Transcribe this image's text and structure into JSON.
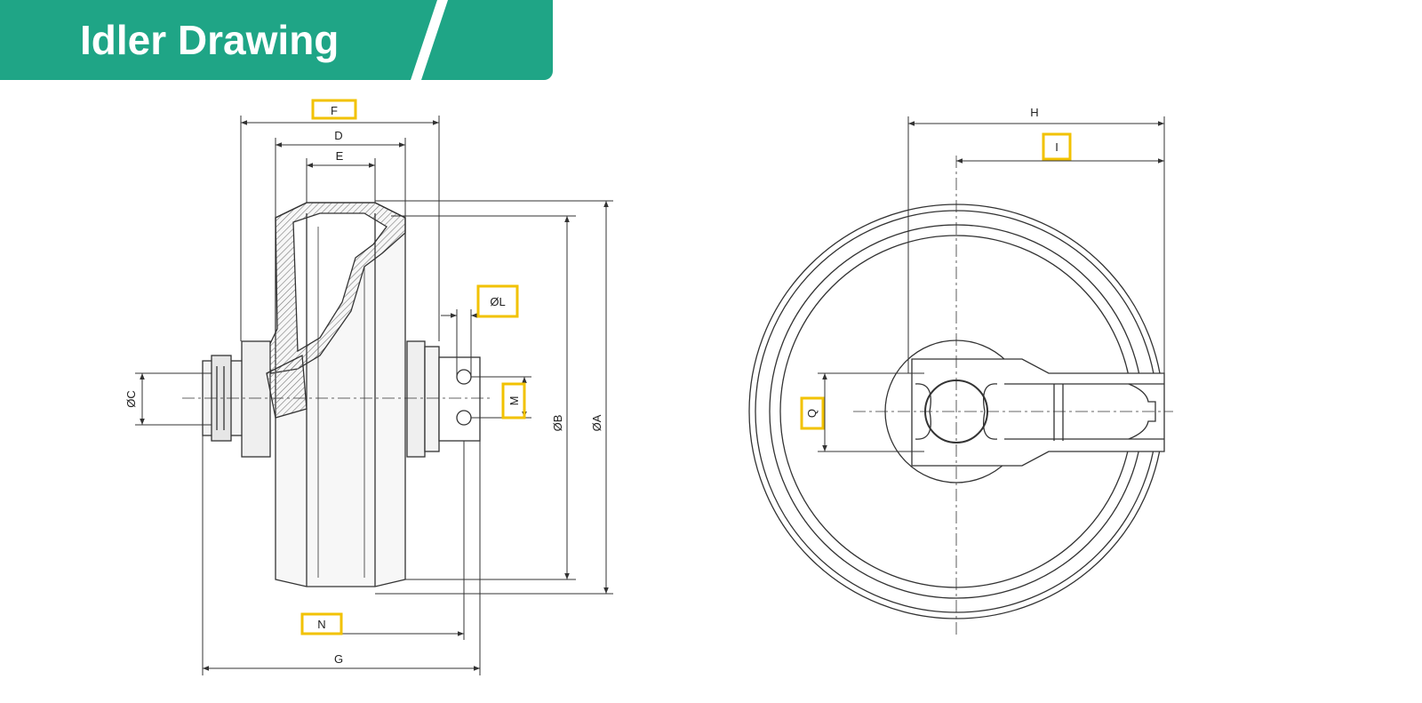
{
  "header": {
    "title": "Idler Drawing"
  },
  "colors": {
    "accent": "#1fa586",
    "highlight": "#f2c200",
    "line": "#333333"
  },
  "dimensions": {
    "F": "F",
    "D": "D",
    "E": "E",
    "A": "ØA",
    "B": "ØB",
    "C": "ØC",
    "L": "ØL",
    "M": "M",
    "N": "N",
    "G": "G",
    "H": "H",
    "I": "I",
    "Q": "Q"
  }
}
